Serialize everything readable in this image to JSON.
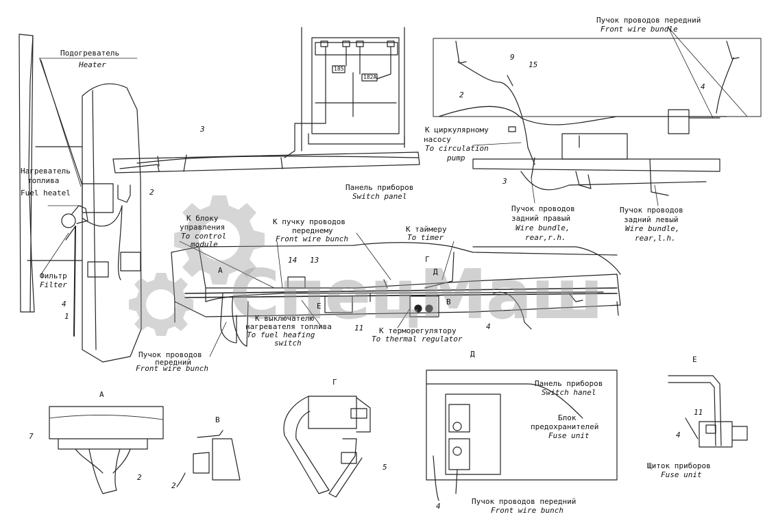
{
  "labels": {
    "heater_ru": "Подогреватель",
    "heater_en": "Heater",
    "fuel_heater_ru_1": "Нагреватель",
    "fuel_heater_ru_2": "топлива",
    "fuel_heater_en": "Fuel heatel",
    "filter_ru": "Фильтр",
    "filter_en": "Filter",
    "switch_panel_ru": "Панель приборов",
    "switch_panel_en": "Switch panel",
    "control_module_ru_1": "К блоку",
    "control_module_ru_2": "управления",
    "control_module_en_1": "To control",
    "control_module_en_2": "module",
    "front_bunch_top_ru_1": "К пучку проводов",
    "front_bunch_top_ru_2": "переднему",
    "front_bunch_top_en": "Front wire bunch",
    "timer_ru": "К таймеру",
    "timer_en": "To timer",
    "fuel_switch_ru_1": "К выключателю",
    "fuel_switch_ru_2": "нагревателя топлива",
    "fuel_switch_en_1": "To fuel heafing",
    "fuel_switch_en_2": "switch",
    "thermal_ru": "К терморегулятору",
    "thermal_en": "To thermal regulator",
    "front_bunch_left_ru_1": "Пучок проводов",
    "front_bunch_left_ru_2": "передний",
    "front_bunch_left_en": "Front wire bunch",
    "front_wire_bundle_ru": "Пучок проводов передний",
    "front_wire_bundle_en": "Front wire bundle",
    "circ_pump_ru_1": "К циркулярному",
    "circ_pump_ru_2": "насосу",
    "circ_pump_en_1": "To circulation",
    "circ_pump_en_2": "pump",
    "rear_right_ru_1": "Пучок проводов",
    "rear_right_ru_2": "задний правый",
    "rear_right_en_1": "Wire bundle,",
    "rear_right_en_2": "rear,r.h.",
    "rear_left_ru_1": "Пучок проводов",
    "rear_left_ru_2": "задний левый",
    "rear_left_en_1": "Wire bundle,",
    "rear_left_en_2": "rear,l.h.",
    "d_switch_panel_ru": "Панель приборов",
    "d_switch_panel_en": "Switch hanel",
    "fuse_unit_ru_1": "Блок",
    "fuse_unit_ru_2": "предохранителей",
    "fuse_unit_en": "Fuse unit",
    "d_front_bunch_ru": "Пучок проводов передний",
    "d_front_bunch_en": "Front wire bunch",
    "e_panel_ru": "Щиток приборов",
    "e_panel_en": "Fuse unit",
    "relay_185": "185",
    "relay_182a": "182A"
  },
  "view_titles": {
    "a": "A",
    "b": "B",
    "g": "Г",
    "d": "Д",
    "e": "E"
  },
  "callouts": {
    "n1": "1",
    "n2": "2",
    "n2b": "2",
    "n2c": "2",
    "n2d": "2",
    "n3": "3",
    "n3b": "3",
    "n4": "4",
    "n4b": "4",
    "n4c": "4",
    "n4d": "4",
    "n4e": "4",
    "n5": "5",
    "n7": "7",
    "n9": "9",
    "n11": "11",
    "n11b": "11",
    "n13": "13",
    "n14": "14",
    "n15": "15"
  },
  "watermark": {
    "text": "СпецМаш",
    "color": "#9a9a9a"
  },
  "colors": {
    "ink": "#111111"
  }
}
